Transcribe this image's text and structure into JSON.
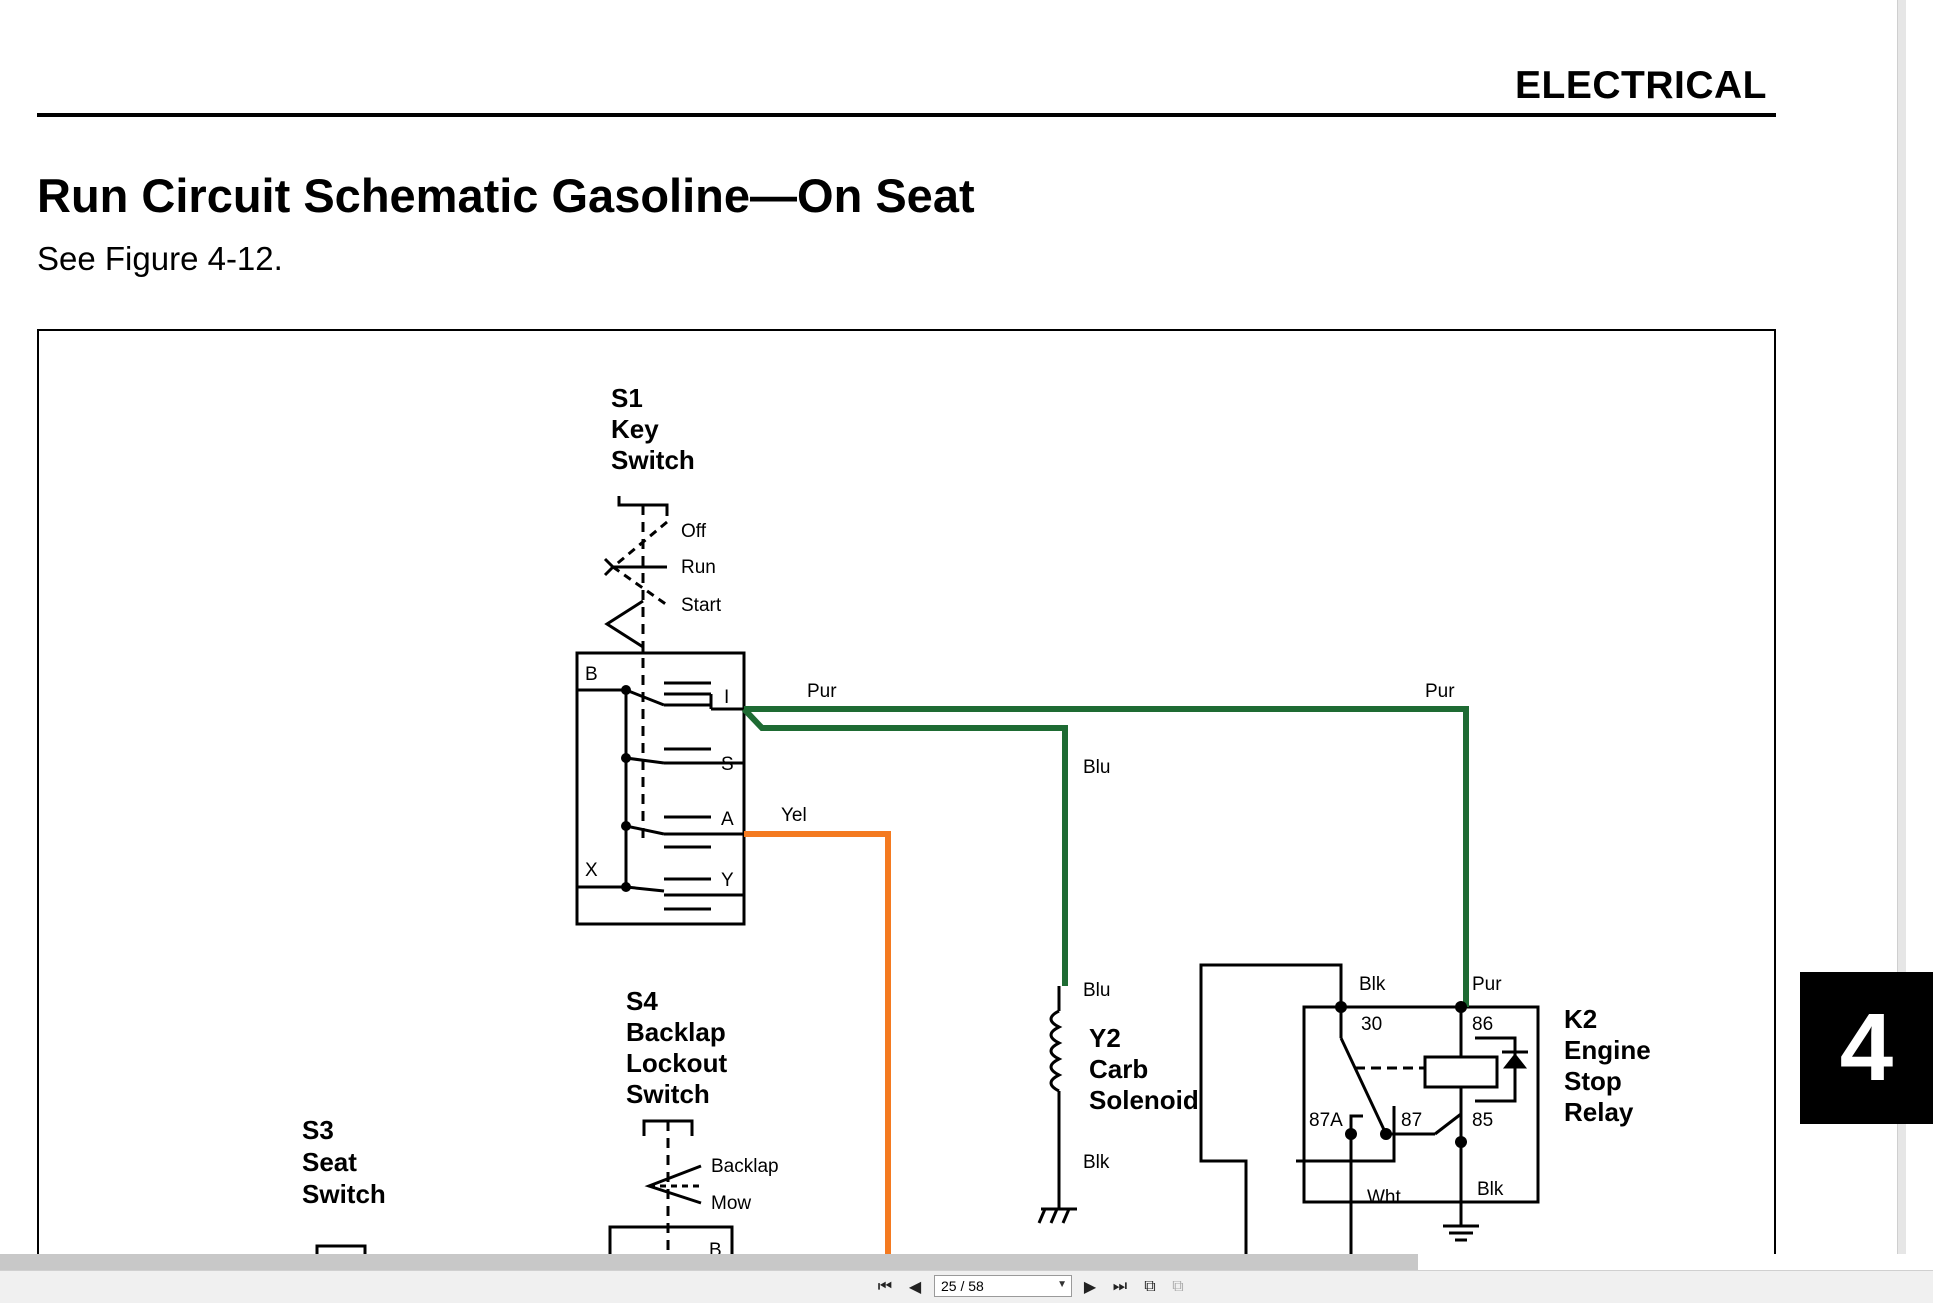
{
  "document": {
    "section_title": "ELECTRICAL",
    "heading": "Run Circuit Schematic Gasoline—On Seat",
    "subtext": "See Figure 4-12.",
    "chapter_tab": "4"
  },
  "schematic": {
    "s1": {
      "ref": "S1",
      "line1": "Key",
      "line2": "Switch",
      "pos_off": "Off",
      "pos_run": "Run",
      "pos_start": "Start",
      "term_b": "B",
      "term_i": "I",
      "term_s": "S",
      "term_a": "A",
      "term_x": "X",
      "term_y": "Y"
    },
    "s4": {
      "ref": "S4",
      "line1": "Backlap",
      "line2": "Lockout",
      "line3": "Switch",
      "pos_backlap": "Backlap",
      "pos_mow": "Mow",
      "term_b": "B"
    },
    "s3": {
      "ref": "S3",
      "line1": "Seat",
      "line2": "Switch"
    },
    "y2": {
      "ref": "Y2",
      "line1": "Carb",
      "line2": "Solenoid"
    },
    "k2": {
      "ref": "K2",
      "line1": "Engine",
      "line2": "Stop",
      "line3": "Relay",
      "pin_30": "30",
      "pin_86": "86",
      "pin_87a": "87A",
      "pin_87": "87",
      "pin_85": "85"
    },
    "wires": {
      "pur_1": "Pur",
      "pur_2": "Pur",
      "pur_3": "Pur",
      "blu_1": "Blu",
      "blu_2": "Blu",
      "yel": "Yel",
      "blk_1": "Blk",
      "blk_2": "Blk",
      "blk_3": "Blk",
      "wht": "Wht"
    },
    "colors": {
      "green": "#1e6b33",
      "orange": "#f47a20"
    }
  },
  "viewer": {
    "page_indicator": "25 / 58",
    "icons": [
      "first-page-icon",
      "previous-page-icon",
      "next-page-icon",
      "last-page-icon",
      "back-view-icon",
      "forward-view-icon"
    ]
  }
}
